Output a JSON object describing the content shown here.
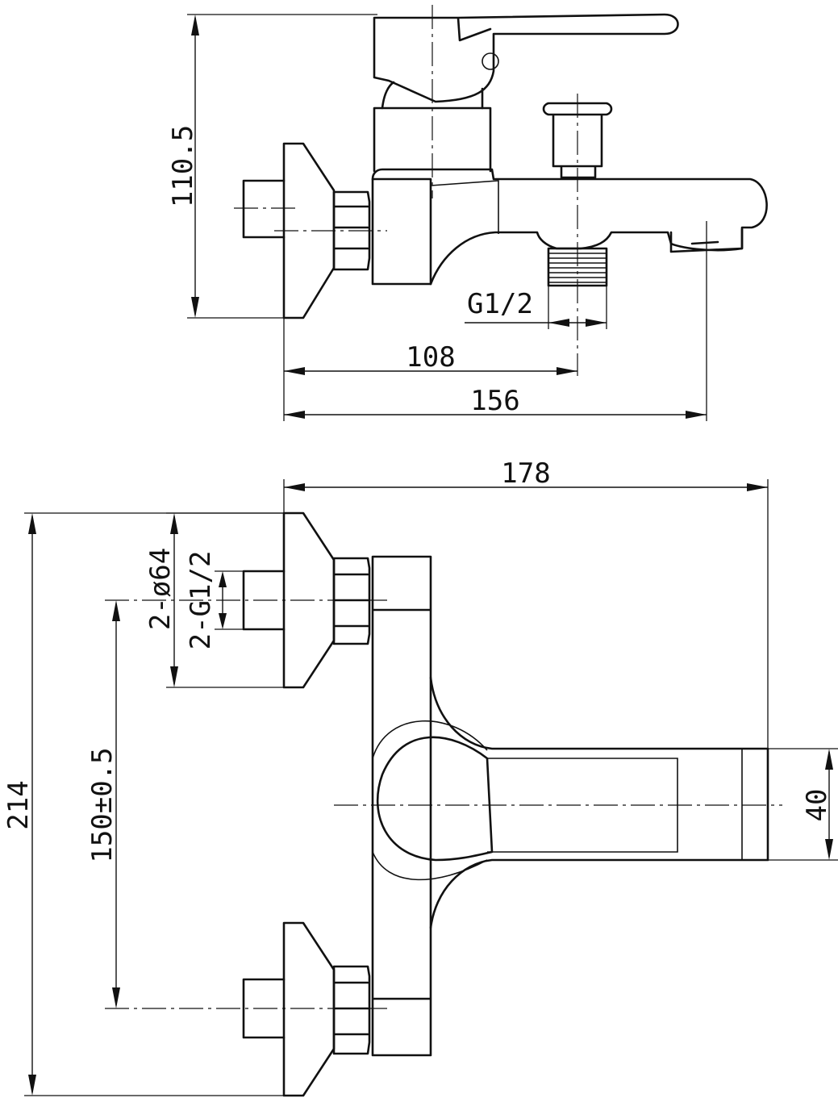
{
  "side_view": {
    "dim_height": "110.5",
    "dim_outlet_thread": "G1/2",
    "dim_outlet_distance": "108",
    "dim_spout_length": "156"
  },
  "front_view": {
    "dim_total_width": "178",
    "dim_total_height": "214",
    "dim_flange_diameter": "2-ø64",
    "dim_inlet_thread": "2-G1/2",
    "dim_center_distance": "150±0.5",
    "dim_spout_height": "40"
  }
}
